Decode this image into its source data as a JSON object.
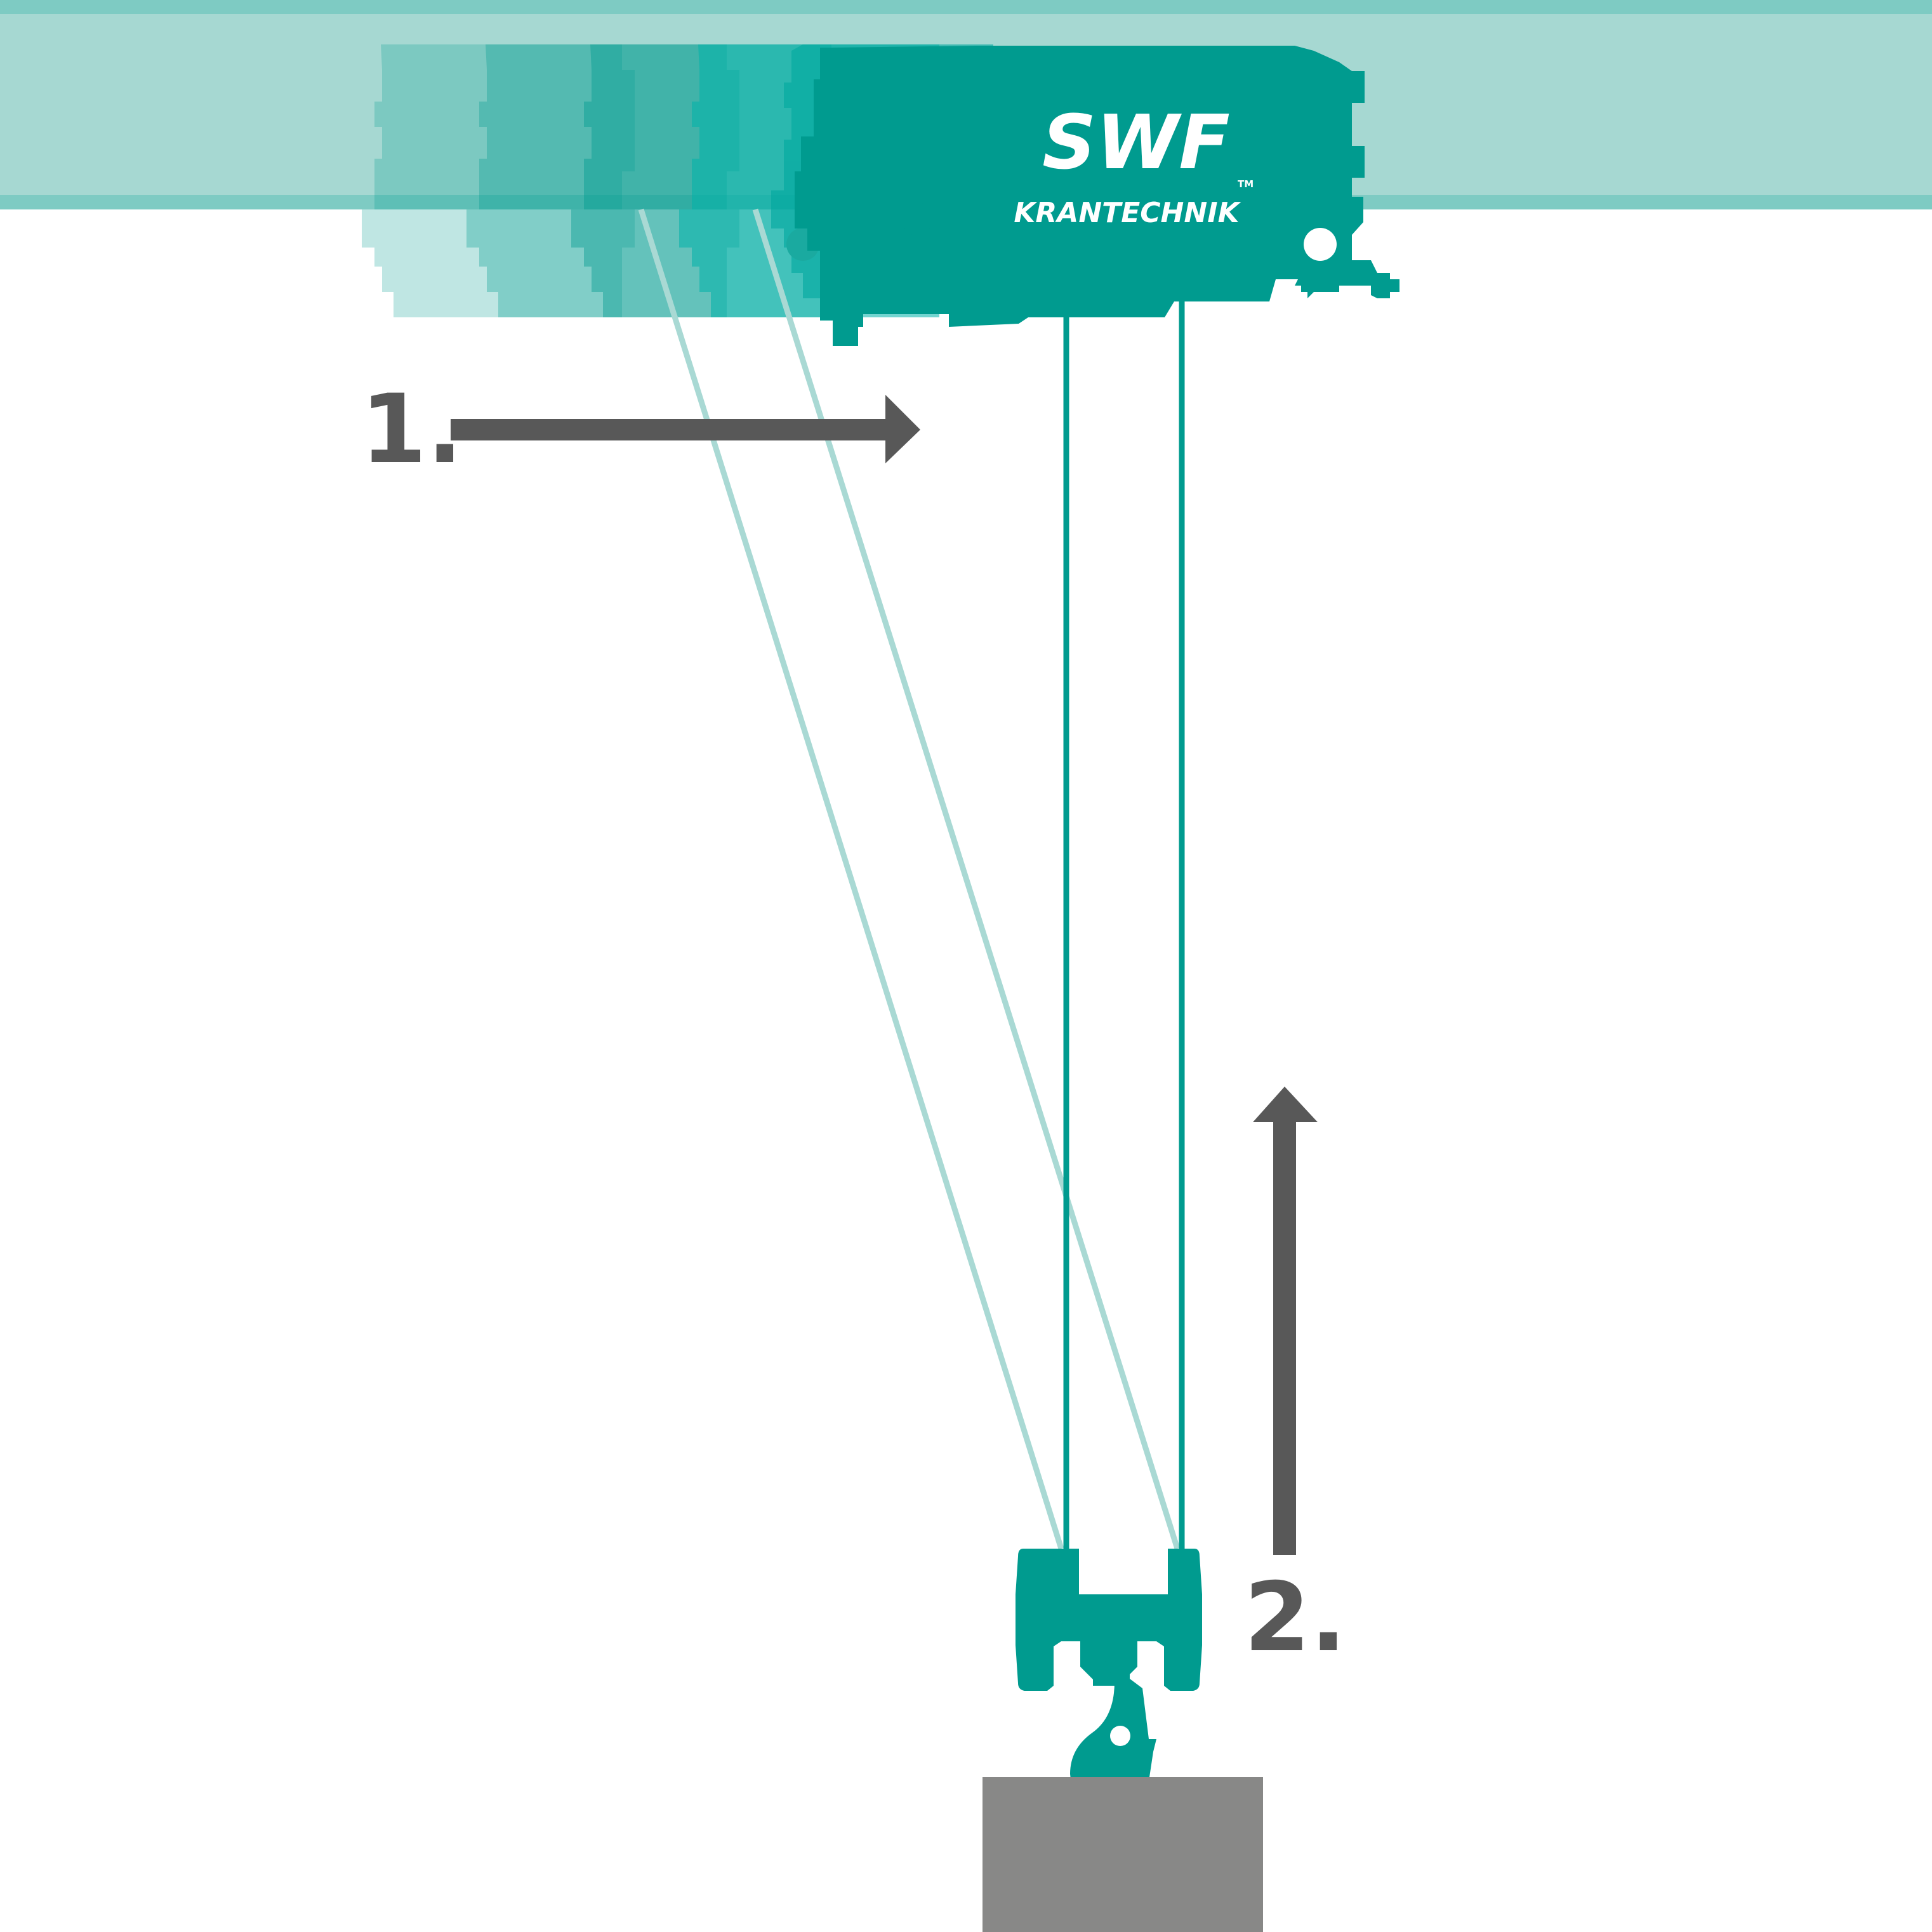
{
  "brand": {
    "logo_main": "SWF",
    "logo_sub": "KRANTECHNIK",
    "trademark": "TM"
  },
  "steps": [
    {
      "label": "1.",
      "direction": "right"
    },
    {
      "label": "2.",
      "direction": "up"
    }
  ],
  "colors": {
    "beam": "#a6d8d2",
    "beam_edge": "#7ecbc3",
    "hoist": "#009b8f",
    "hoist_ghost": "#00b3aa",
    "rope_ghost": "#a9d9d4",
    "arrow": "#585858",
    "load": "#888887"
  }
}
